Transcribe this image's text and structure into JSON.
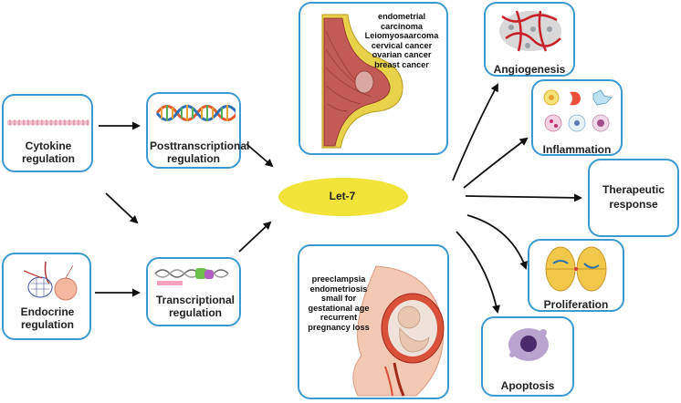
{
  "nodes": {
    "cytokine": "Cytokine regulation",
    "posttranscriptional": "Posttranscriptional regulation",
    "endocrine": "Endocrine regulation",
    "transcriptional": "Transcriptional regulation",
    "center": "Let-7",
    "angiogenesis": "Angiogenesis",
    "inflammation": "Inflammation",
    "therapeutic": "Therapeutic response",
    "proliferation": "Proliferation",
    "apoptosis": "Apoptosis"
  },
  "cancers": [
    "endometrial carcinoma",
    "Leiomyosaarcoma",
    "cervical cancer",
    "ovarian cancer",
    "breast cancer"
  ],
  "pregnancy": [
    "preeclampsia",
    "endometriosis",
    "small for",
    "gestational age",
    "recurrent",
    "pregnancy loss"
  ],
  "colors": {
    "border": "#3d9ad1",
    "ellipse": "#f1e33a",
    "arrow": "#111111"
  }
}
